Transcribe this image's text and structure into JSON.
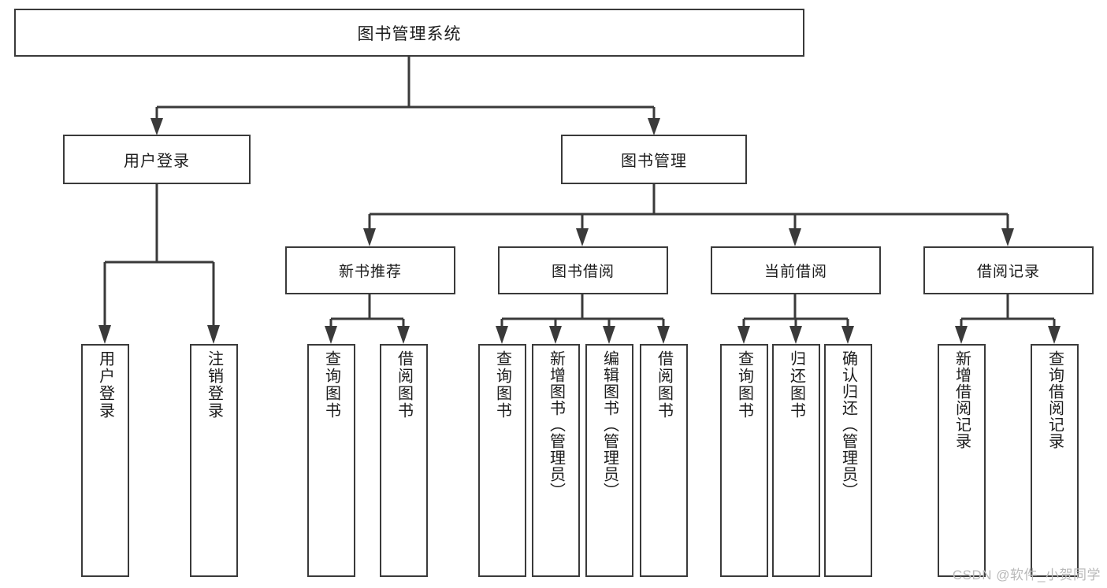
{
  "diagram": {
    "title": "图书管理系统",
    "root": {
      "label": "图书管理系统"
    },
    "level2": [
      {
        "label": "用户登录"
      },
      {
        "label": "图书管理"
      }
    ],
    "level3": [
      {
        "label": "新书推荐"
      },
      {
        "label": "图书借阅"
      },
      {
        "label": "当前借阅"
      },
      {
        "label": "借阅记录"
      }
    ],
    "leaves": {
      "user_login": [
        {
          "label": "用户登录"
        },
        {
          "label": "注销登录"
        }
      ],
      "new_book_recommend": [
        {
          "label": "查询图书"
        },
        {
          "label": "借阅图书"
        }
      ],
      "book_borrow": [
        {
          "label": "查询图书"
        },
        {
          "label": "新增图书（管理员）"
        },
        {
          "label": "编辑图书（管理员）"
        },
        {
          "label": "借阅图书"
        }
      ],
      "current_borrow": [
        {
          "label": "查询图书"
        },
        {
          "label": "归还图书"
        },
        {
          "label": "确认归还（管理员）"
        }
      ],
      "borrow_record": [
        {
          "label": "新增借阅记录"
        },
        {
          "label": "查询借阅记录"
        }
      ]
    }
  },
  "watermark": {
    "text": "CSDN @软件_小贺同学"
  },
  "colors": {
    "stroke": "#3a3a3a",
    "background": "#ffffff",
    "text": "#1c1c1c",
    "watermark": "#b9b9b9"
  }
}
